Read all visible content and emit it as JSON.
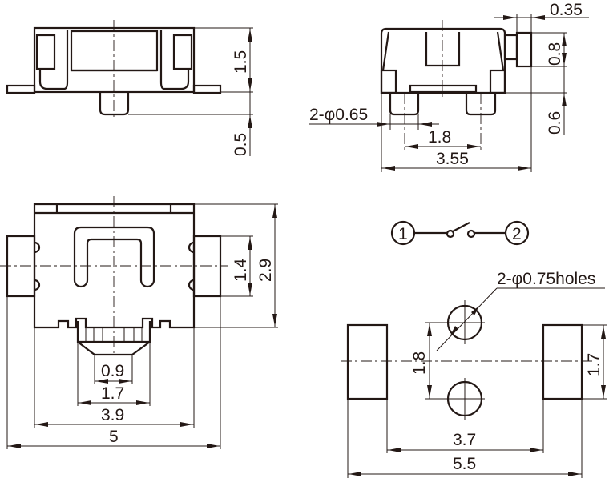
{
  "side_view": {
    "height_body": "1.5",
    "height_pusher": "0.5"
  },
  "front_view": {
    "button_protrusion": "0.35",
    "button_height": "0.8",
    "pin_height": "0.6",
    "pin_diameter": "2-φ0.65",
    "pin_spacing": "1.8",
    "body_width": "3.55"
  },
  "top_view": {
    "actuator_width": "0.9",
    "actuator_base": "1.7",
    "body_width": "3.9",
    "total_width": "5",
    "tab_height": "1.4",
    "body_height": "2.9"
  },
  "schematic": {
    "terminal_1": "1",
    "terminal_2": "2"
  },
  "pcb_layout": {
    "holes_label": "2-φ0.75holes",
    "hole_spacing": "1.8",
    "pad_height": "1.7",
    "pad_gap": "3.7",
    "pad_span": "5.5"
  }
}
